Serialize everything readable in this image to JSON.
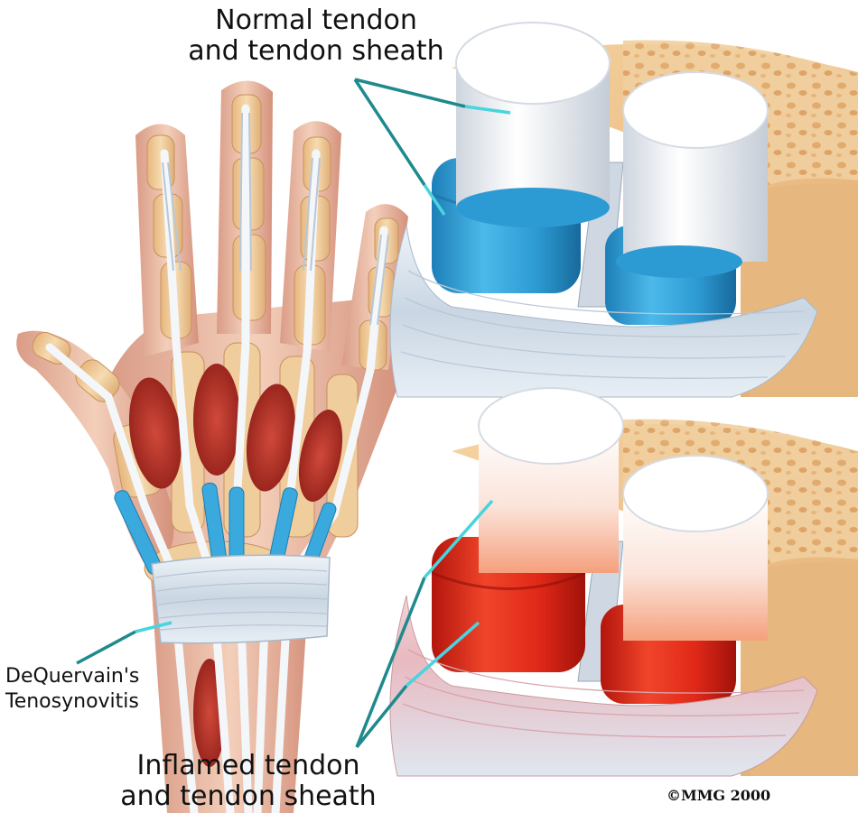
{
  "labels": {
    "normal_line1": "Normal tendon",
    "normal_line2": "and tendon sheath",
    "inflamed_line1": "Inflamed tendon",
    "inflamed_line2": "and tendon sheath",
    "condition_line1": "DeQuervain's",
    "condition_line2": "Tenosynovitis"
  },
  "credit": "©MMG 2000",
  "colors": {
    "normal_sheath": "#2f9fd6",
    "inflamed_sheath": "#e02818",
    "tendon": "#f1f3f6",
    "bone": "#e9c48f",
    "skin": "#efc2a8",
    "muscle": "#b83226",
    "leader_line": "#1f8a8c",
    "leader_line_light": "#49d4de"
  }
}
